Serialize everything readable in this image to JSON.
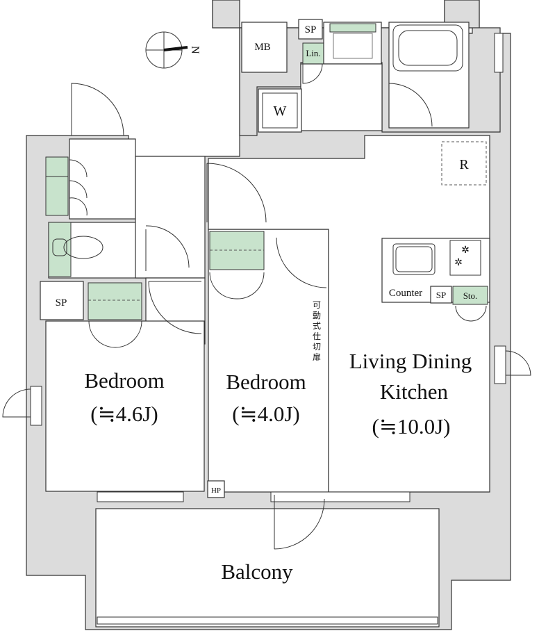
{
  "compass": {
    "label": "N"
  },
  "rooms": {
    "bedroom1": {
      "name": "Bedroom",
      "size": "(≒4.6J)"
    },
    "bedroom2": {
      "name": "Bedroom",
      "size": "(≒4.0J)"
    },
    "ldk": {
      "line1": "Living Dining",
      "line2": "Kitchen",
      "size": "(≒10.0J)"
    },
    "balcony": {
      "name": "Balcony"
    }
  },
  "labels": {
    "mb": "MB",
    "sp_top": "SP",
    "lin": "Lin.",
    "washer": "W",
    "fridge": "R",
    "sp_left": "SP",
    "counter": "Counter",
    "sp_kitchen": "SP",
    "storage": "Sto.",
    "hp": "HP",
    "partition_door": [
      "可",
      "動",
      "式",
      "仕",
      "切",
      "扉"
    ]
  },
  "colors": {
    "storage_green": "#c8e3cc",
    "wall_gray": "#dcdcdc"
  }
}
